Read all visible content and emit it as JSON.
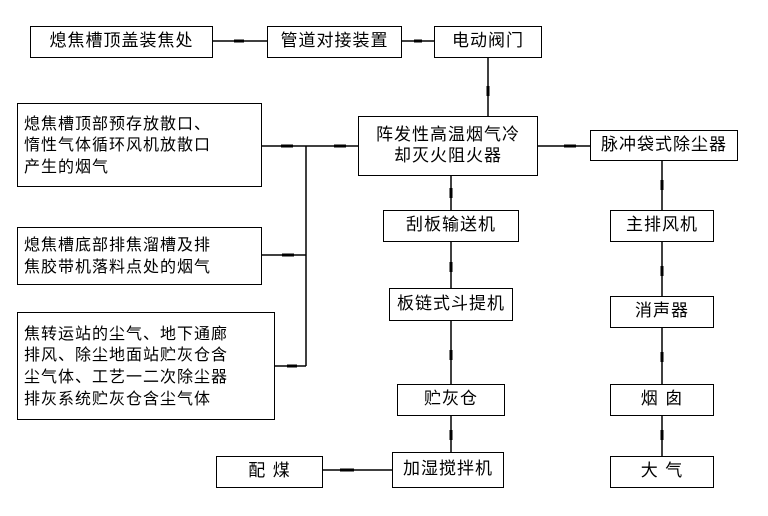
{
  "nodes": {
    "n1": "熄焦槽顶盖装焦处",
    "n2": "管道对接装置",
    "n3": "电动阀门",
    "n4": "熄焦槽顶部预存放散口、\n惰性气体循环风机放散口\n产生的烟气",
    "n5": "阵发性高温烟气冷\n却灭火阻火器",
    "n6": "脉冲袋式除尘器",
    "n7": "熄焦槽底部排焦溜槽及排\n焦胶带机落料点处的烟气",
    "n8": "刮板输送机",
    "n9": "主排风机",
    "n10": "焦转运站的尘气、地下通廊\n排风、除尘地面站贮灰仓含\n尘气体、工艺一二次除尘器\n排灰系统贮灰仓含尘气体",
    "n11": "板链式斗提机",
    "n12": "消声器",
    "n13": "贮灰仓",
    "n14": "烟 囱",
    "n15": "配  煤",
    "n16": "加湿搅拌机",
    "n17": "大 气"
  }
}
